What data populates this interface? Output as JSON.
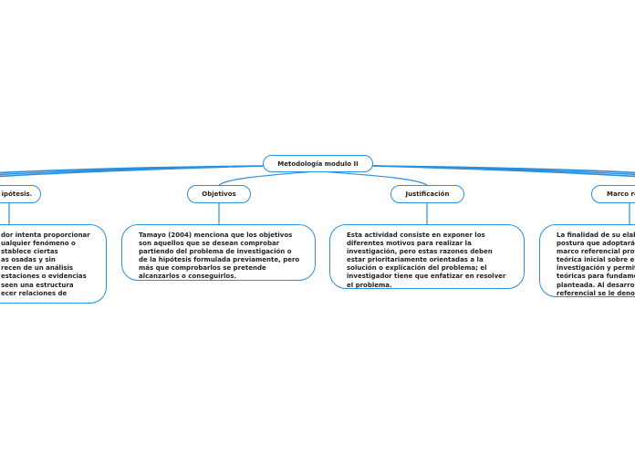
{
  "root": {
    "label": "Metodología modulo II"
  },
  "branches": [
    {
      "label": "ipótesis.",
      "lines": [
        "dor intenta proporcionar",
        "ualquier fenómeno o",
        "stablece ciertas",
        "as osadas y sin",
        "recen de un análisis",
        "estaciones o evidencias",
        "seen una estructura",
        "ecer relaciones de"
      ]
    },
    {
      "label": "Objetivos",
      "lines": [
        "Tamayo (2004) menciona que los objetivos",
        "son aquellos que se desean comprobar",
        "partiendo del problema de investigación o",
        "de la hipótesis formulada previamente, pero",
        "más que comprobarlos se pretende",
        "alcanzarlos o conseguirlos."
      ]
    },
    {
      "label": "Justificación",
      "lines": [
        "Esta actividad consiste en exponer los",
        "diferentes motivos para realizar la",
        "investigación, pero estas razones deben",
        "estar prioritariamente orientadas a la",
        "solución o explicación del problema; el",
        "investigador tiene que enfatizar en resolver",
        "el problema."
      ]
    },
    {
      "label": "Marco re",
      "lines": [
        "La finalidad de su elab",
        "postura que adoptará",
        "marco referencial prov",
        "teórica inicial sobre el",
        "investigación y permit",
        "teóricas para fundame",
        "planteada. Al desarrol",
        "referencial se le denon"
      ]
    }
  ],
  "colors": {
    "line": "#2a8fdc",
    "border": "#2a8fdc",
    "text": "#222222"
  }
}
